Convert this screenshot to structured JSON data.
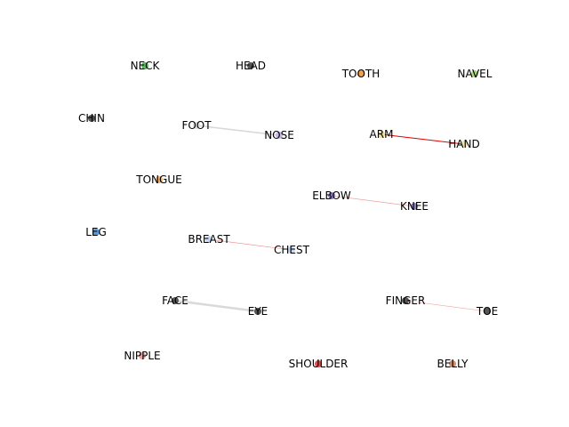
{
  "nodes": [
    {
      "id": "neck",
      "label": "NECK",
      "color": "#5cb85c"
    },
    {
      "id": "head",
      "label": "HEAD",
      "color": "#555555"
    },
    {
      "id": "tooth",
      "label": "TOOTH",
      "color": "#f0a050"
    },
    {
      "id": "navel",
      "label": "NAVEL",
      "color": "#a8d878"
    },
    {
      "id": "chin",
      "label": "CHIN",
      "color": "#555555"
    },
    {
      "id": "foot",
      "label": "FOOT",
      "color": "#dddddd"
    },
    {
      "id": "nose",
      "label": "NOSE",
      "color": "#c8b8e8"
    },
    {
      "id": "arm",
      "label": "ARM",
      "color": "#f0e0a0"
    },
    {
      "id": "hand",
      "label": "HAND",
      "color": "#e8e8b8"
    },
    {
      "id": "tongue",
      "label": "TONGUE",
      "color": "#f0b070"
    },
    {
      "id": "elbow",
      "label": "ELBOW",
      "color": "#9080c0"
    },
    {
      "id": "knee",
      "label": "KNEE",
      "color": "#9080c0"
    },
    {
      "id": "leg",
      "label": "LEG",
      "color": "#5b9bd5"
    },
    {
      "id": "breast",
      "label": "BREAST",
      "color": "#c8d8f0"
    },
    {
      "id": "chest",
      "label": "CHEST",
      "color": "#c8d8f0"
    },
    {
      "id": "face",
      "label": "FACE",
      "color": "#555555"
    },
    {
      "id": "eye",
      "label": "EYE",
      "color": "#555555"
    },
    {
      "id": "finger",
      "label": "FINGER",
      "color": "#555555"
    },
    {
      "id": "toe",
      "label": "TOE",
      "color": "#555555"
    },
    {
      "id": "nipple",
      "label": "NIPPLE",
      "color": "#f0a0a0"
    },
    {
      "id": "shoulder",
      "label": "SHOULDER",
      "color": "#e05050"
    },
    {
      "id": "belly",
      "label": "BELLY",
      "color": "#d09070"
    }
  ],
  "edges": [
    {
      "from": "foot",
      "to": "nose",
      "color": "#d9d9d9"
    },
    {
      "from": "arm",
      "to": "hand",
      "color": "#e00000"
    },
    {
      "from": "elbow",
      "to": "knee",
      "color": "#f0a0a0"
    },
    {
      "from": "breast",
      "to": "chest",
      "color": "#f08080"
    },
    {
      "from": "face",
      "to": "eye",
      "color": "#d9d9d9"
    },
    {
      "from": "finger",
      "to": "toe",
      "color": "#f0a0a0"
    }
  ]
}
